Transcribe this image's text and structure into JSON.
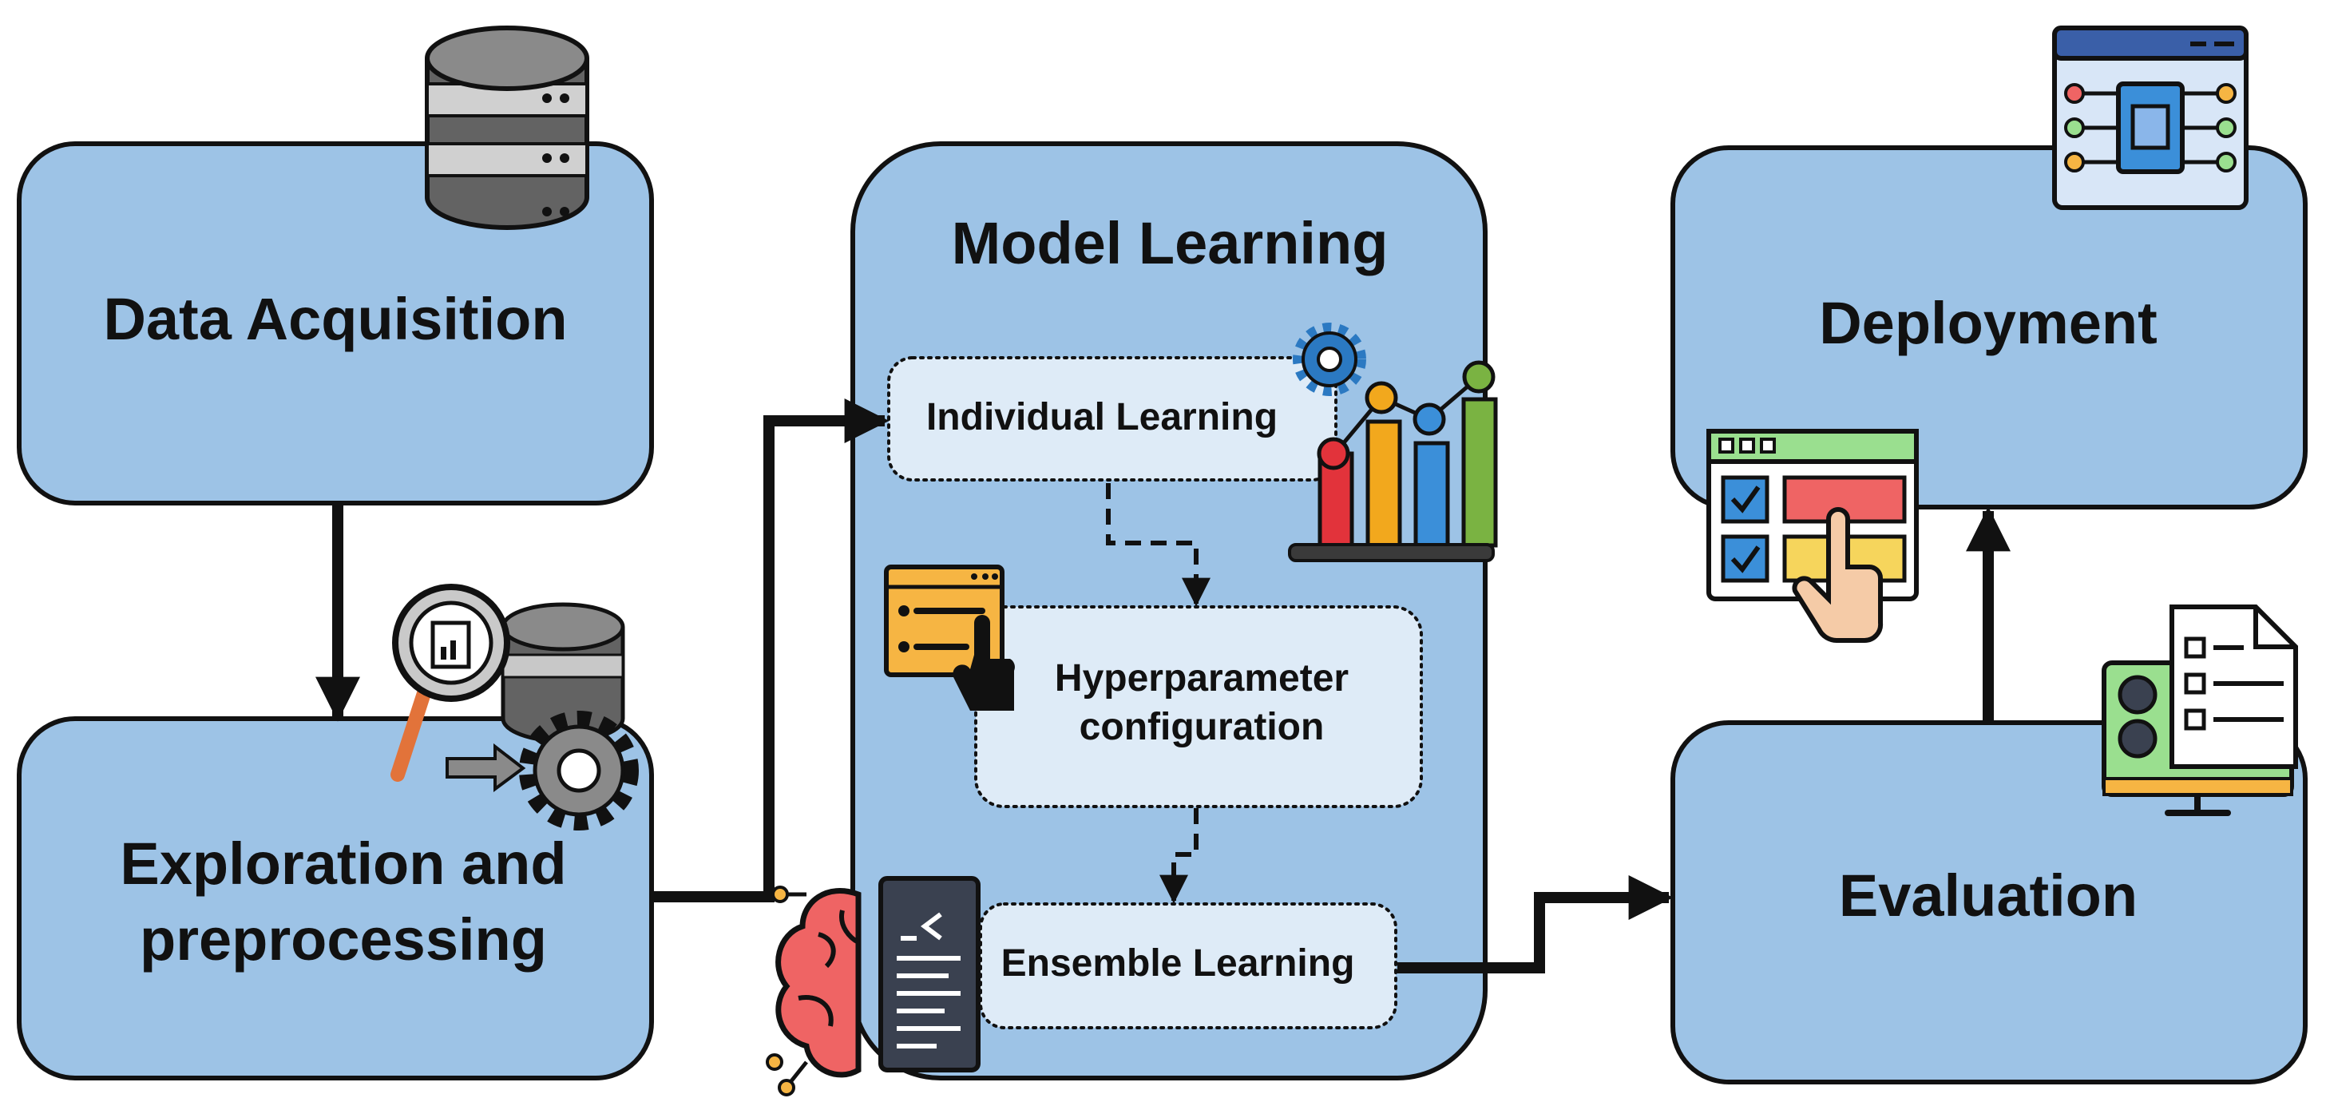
{
  "diagram": {
    "stages": {
      "data_acquisition": "Data Acquisition",
      "exploration": "Exploration and preprocessing",
      "model_learning": "Model Learning",
      "individual_learning": "Individual Learning",
      "hyperparameter": "Hyperparameter configuration",
      "ensemble_learning": "Ensemble Learning",
      "evaluation": "Evaluation",
      "deployment": "Deployment"
    },
    "colors": {
      "box_fill": "#9dc3e6",
      "inner_fill": "#deebf7",
      "stroke": "#111111"
    },
    "icons": [
      "database-icon",
      "data-analysis-icon",
      "bar-chart-gear-icon",
      "config-window-icon",
      "brain-icon",
      "code-file-icon",
      "checklist-monitor-icon",
      "dashboard-hand-icon",
      "chip-window-icon"
    ]
  }
}
